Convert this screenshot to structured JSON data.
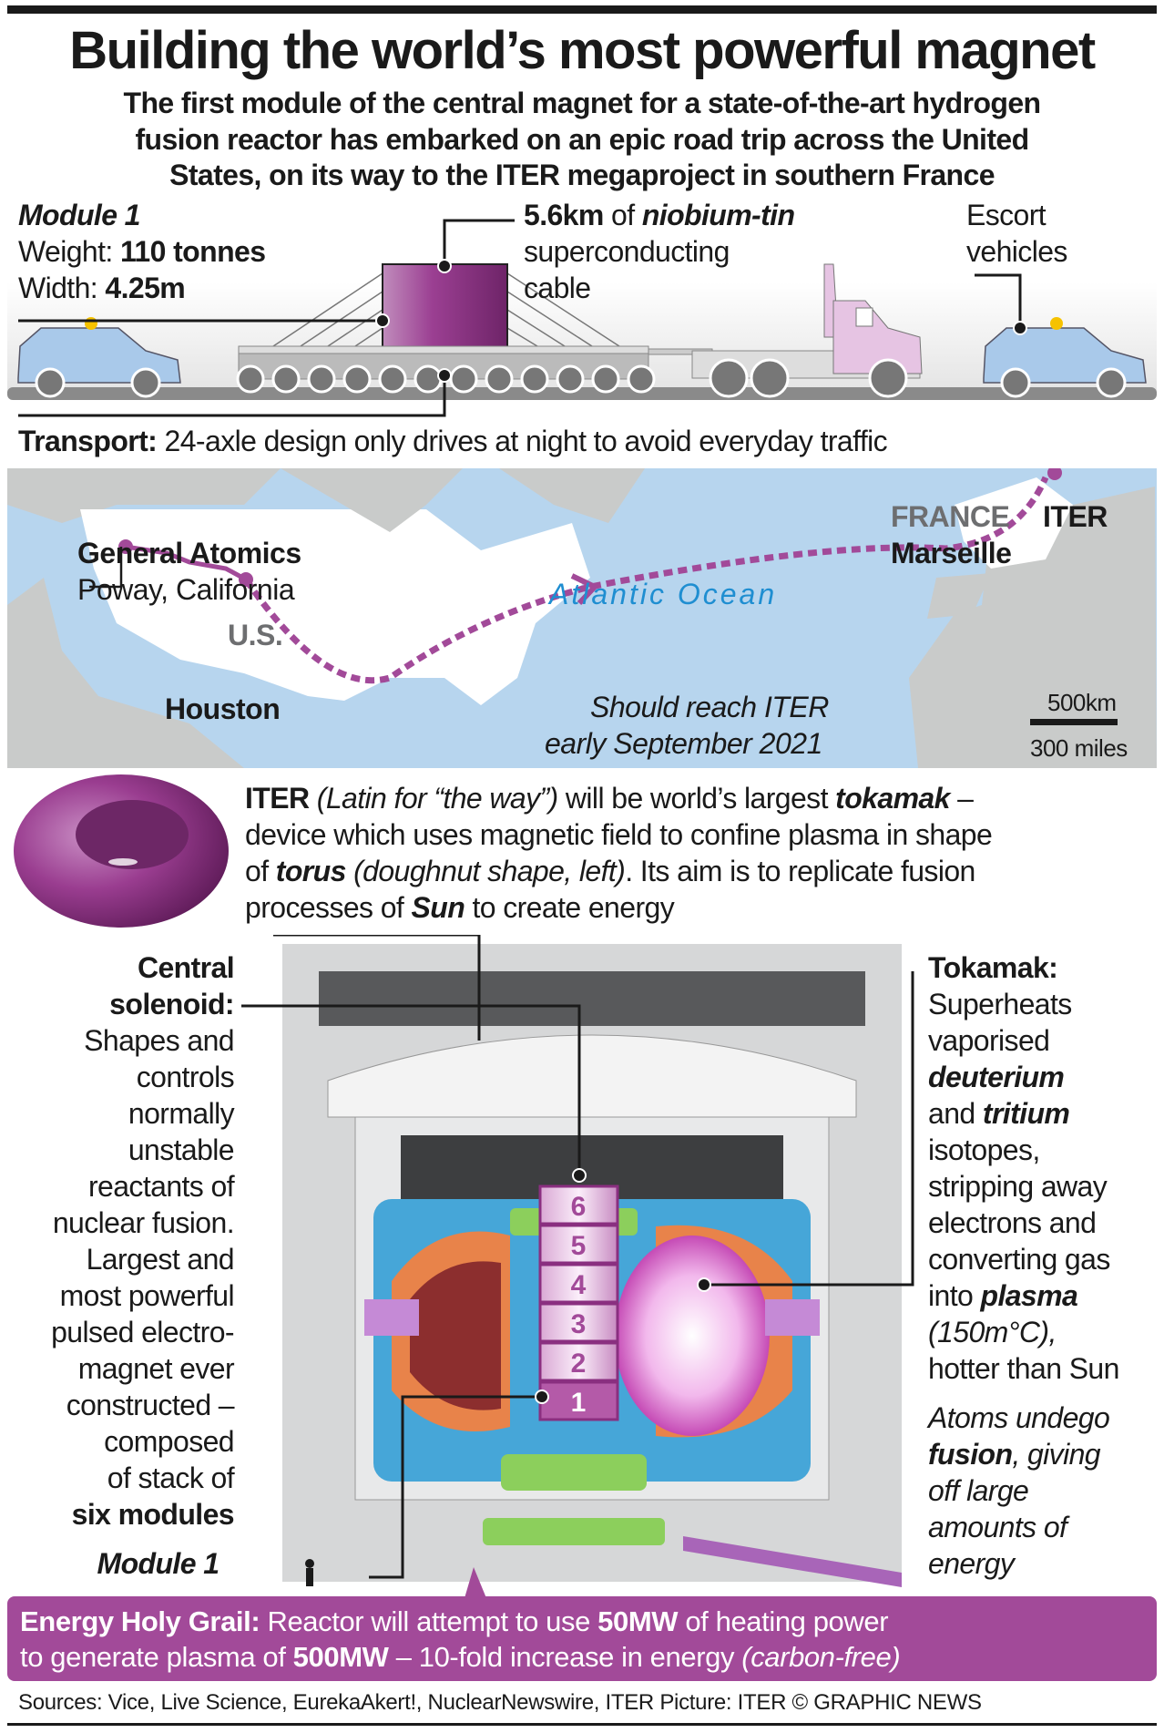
{
  "title": "Building the world’s most powerful magnet",
  "subtitle": [
    "The first module of the central magnet for a state-of-the-art hydrogen",
    "fusion reactor has embarked on an epic road trip across the United",
    "States, on its way to the ITER megaproject in southern France"
  ],
  "module": {
    "heading": "Module 1",
    "weight_label": "Weight: ",
    "weight_value": "110 tonnes",
    "width_label": "Width: ",
    "width_value": "4.25m"
  },
  "cable": {
    "length": "5.6km",
    "of": " of ",
    "material": "niobium-tin",
    "line2": "superconducting",
    "line3": "cable"
  },
  "escort": {
    "line1": "Escort",
    "line2": "vehicles"
  },
  "transport": {
    "label": "Transport:",
    "text": " 24-axle design only drives at night to avoid everyday traffic"
  },
  "map": {
    "origin_name": "General Atomics",
    "origin_place": "Poway, California",
    "country_us": "U.S.",
    "houston": "Houston",
    "ocean": "Atlantic Ocean",
    "france": "FRANCE",
    "iter": "ITER",
    "marseille": "Marseille",
    "eta_line1": "Should reach ITER",
    "eta_line2": "early September 2021",
    "scale_km": "500km",
    "scale_miles": "300 miles",
    "route_color": "#a24a99"
  },
  "iter_desc": {
    "s1": "ITER",
    "s2": " (Latin for “the way”)",
    "s3": " will be world’s largest ",
    "s4": "tokamak",
    "s5": " –",
    "l2": "device which uses magnetic field to confine plasma in shape",
    "l3a": "of ",
    "l3b": "torus",
    "l3c": " (doughnut shape, left)",
    "l3d": ". Its aim is to replicate fusion",
    "l4a": "processes of ",
    "l4b": "Sun",
    "l4c": " to create energy"
  },
  "solenoid": {
    "title1": "Central",
    "title2": "solenoid:",
    "lines": [
      "Shapes and",
      "controls",
      "normally",
      "unstable",
      "reactants of",
      "nuclear fusion.",
      "Largest and",
      "most powerful",
      "pulsed electro-",
      "magnet ever",
      "constructed –",
      "composed",
      "of stack of"
    ],
    "last": "six modules",
    "module_label": "Module 1"
  },
  "stack": [
    "6",
    "5",
    "4",
    "3",
    "2",
    "1"
  ],
  "tokamak": {
    "title": "Tokamak:",
    "l1": "Superheats",
    "l2": "vaporised",
    "l3": "deuterium",
    "l4a": "and ",
    "l4b": "tritium",
    "l5": "isotopes,",
    "l6": "stripping away",
    "l7": "electrons and",
    "l8": "converting gas",
    "l9a": "into ",
    "l9b": "plasma",
    "l10": "(150m°C),",
    "l11": "hotter than Sun",
    "f1": "Atoms undego",
    "f2a": "fusion",
    "f2b": ", giving",
    "f3": "off large",
    "f4": "amounts of",
    "f5": "energy"
  },
  "energy": {
    "label": "Energy Holy Grail:",
    "t1": " Reactor will attempt to use ",
    "v1": "50MW",
    "t2": " of heating power",
    "t3": "to generate plasma of ",
    "v2": "500MW",
    "t4": " – 10-fold increase in energy ",
    "t5": "(carbon-free)"
  },
  "sources": "Sources: Vice, Live Science, EurekaAkert!, NuclearNewswire, ITER   Picture: ITER   © GRAPHIC NEWS",
  "colors": {
    "purple": "#a24a99",
    "ocean": "#b7d5ee",
    "land": "#c9cbca",
    "car": "#a9c9ea",
    "truck": "#e6c4e3"
  }
}
